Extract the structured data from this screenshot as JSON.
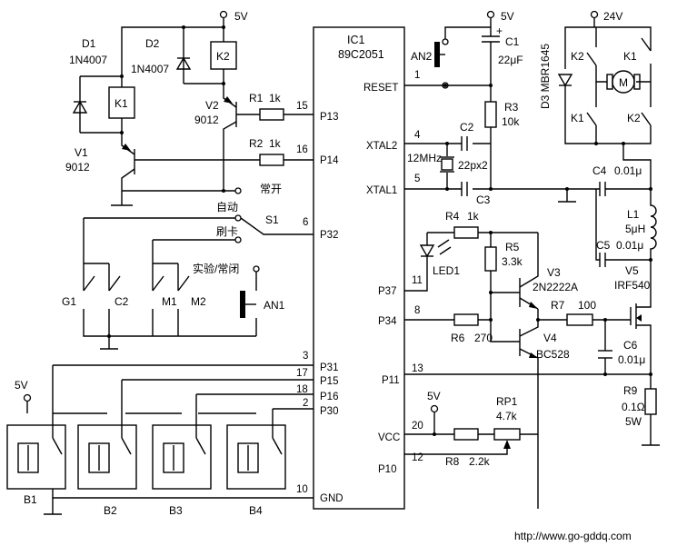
{
  "supplies": {
    "v5": "5V",
    "v24": "24V"
  },
  "ic": {
    "ref": "IC1",
    "part": "89C2051",
    "pins": {
      "p13": "P13",
      "p14": "P14",
      "p32": "P32",
      "p31": "P31",
      "p15": "P15",
      "p16": "P16",
      "p30": "P30",
      "gnd": "GND",
      "reset": "RESET",
      "xtal2": "XTAL2",
      "xtal1": "XTAL1",
      "p37": "P37",
      "p34": "P34",
      "p11": "P11",
      "vcc": "VCC",
      "p10": "P10"
    },
    "pin_numbers": {
      "p13": "15",
      "p14": "16",
      "p32": "6",
      "p31": "3",
      "p15": "17",
      "p16": "18",
      "p30": "2",
      "gnd": "10",
      "reset": "1",
      "xtal2": "4",
      "xtal1": "5",
      "p37": "11",
      "p34": "8",
      "p11": "13",
      "vcc": "20",
      "p10": "12"
    }
  },
  "components": {
    "d1": {
      "ref": "D1",
      "value": "1N4007"
    },
    "d2": {
      "ref": "D2",
      "value": "1N4007"
    },
    "k1": {
      "ref": "K1"
    },
    "k2": {
      "ref": "K2"
    },
    "v1": {
      "ref": "V1",
      "value": "9012"
    },
    "v2": {
      "ref": "V2",
      "value": "9012"
    },
    "r1": {
      "ref": "R1",
      "value": "1k"
    },
    "r2": {
      "ref": "R2",
      "value": "1k"
    },
    "s1": {
      "ref": "S1",
      "pos_auto": "自动",
      "pos_card": "刷卡",
      "pos_no": "常开"
    },
    "g1": "G1",
    "c2sw": "C2",
    "m1": "M1",
    "m2": "M2",
    "an1": {
      "ref": "AN1",
      "label": "实验/常闭"
    },
    "an2": {
      "ref": "AN2"
    },
    "c1": {
      "ref": "C1",
      "value": "22μF",
      "plus": "+"
    },
    "c2": {
      "ref": "C2"
    },
    "c3": {
      "ref": "C3"
    },
    "crystal": {
      "freq": "12MHz",
      "caps": "22px2"
    },
    "r3": {
      "ref": "R3",
      "value": "10k"
    },
    "r4": {
      "ref": "R4",
      "value": "1k"
    },
    "r5": {
      "ref": "R5",
      "value": "3.3k"
    },
    "r6": {
      "ref": "R6",
      "value": "270"
    },
    "r7": {
      "ref": "R7",
      "value": "100"
    },
    "r8": {
      "ref": "R8",
      "value": "2.2k"
    },
    "r9": {
      "ref": "R9",
      "value": "0.1Ω",
      "power": "5W"
    },
    "rp1": {
      "ref": "RP1",
      "value": "4.7k"
    },
    "led1": {
      "ref": "LED1"
    },
    "v3": {
      "ref": "V3",
      "value": "2N2222A"
    },
    "v4": {
      "ref": "V4",
      "value": "BC528"
    },
    "v5": {
      "ref": "V5",
      "value": "IRF540"
    },
    "d3": {
      "ref": "D3",
      "value": "MBR1645"
    },
    "motor": {
      "symbol": "M"
    },
    "k1c1": "K1",
    "k2c1": "K2",
    "k1c2": "K1",
    "k2c2": "K2",
    "c4": {
      "ref": "C4",
      "value": "0.01μ"
    },
    "c5": {
      "ref": "C5",
      "value": "0.01μ"
    },
    "c6": {
      "ref": "C6",
      "value": "0.01μ"
    },
    "l1": {
      "ref": "L1",
      "value": "5μH"
    },
    "sensors": [
      "B1",
      "B2",
      "B3",
      "B4"
    ]
  },
  "footer": {
    "url": "http://www.go-gddq.com"
  }
}
